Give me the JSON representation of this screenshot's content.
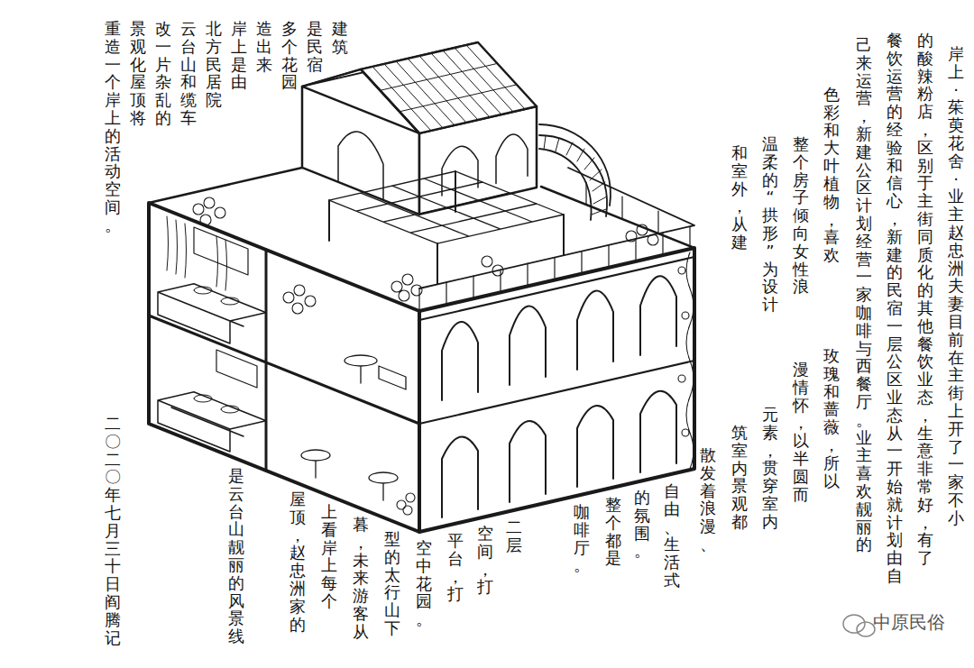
{
  "diagram": {
    "labels": [
      "岸上·茱萸花舍·业主赵忠洲夫妻目前在主街上开了一家不小",
      "的酸辣粉店，区别于主街同质化的其他餐饮业态，生意非常好，有了",
      "餐饮运营的经验和信心，新建的民宿一层公区业态从一开始就计划由自",
      "己来运营，新建公区计划经营一家咖啡与西餐厅。业主喜欢靓丽的",
      "色彩和大叶植物，喜欢",
      "玫瑰和蔷薇，所以",
      "整个房子倾向女性浪",
      "漫情怀，以半圆而",
      "温柔的“拱形”为设计",
      "元素，贯穿室内",
      "和室外，从建",
      "筑室内景观都",
      "散发着浪漫、",
      "自由、生活式",
      "的氛围。",
      "整个都是",
      "咖啡厅。",
      "二层",
      "空间，打",
      "平台，打",
      "空中花园。",
      "型的太行山下",
      "暮，未来游客从",
      "上看岸上每个",
      "屋顶，赵忠洲家的",
      "是云台山靓丽的风景线",
      "建筑",
      "是民宿",
      "多个花园",
      "造出来",
      "岸上是由",
      "北方民居院",
      "云台山和缆车",
      "改一片杂乱的",
      "景观化屋顶将",
      "重造一个岸上的活动空间。",
      "二〇二〇年七月三十日阎腾记",
      "中原民俗"
    ]
  }
}
